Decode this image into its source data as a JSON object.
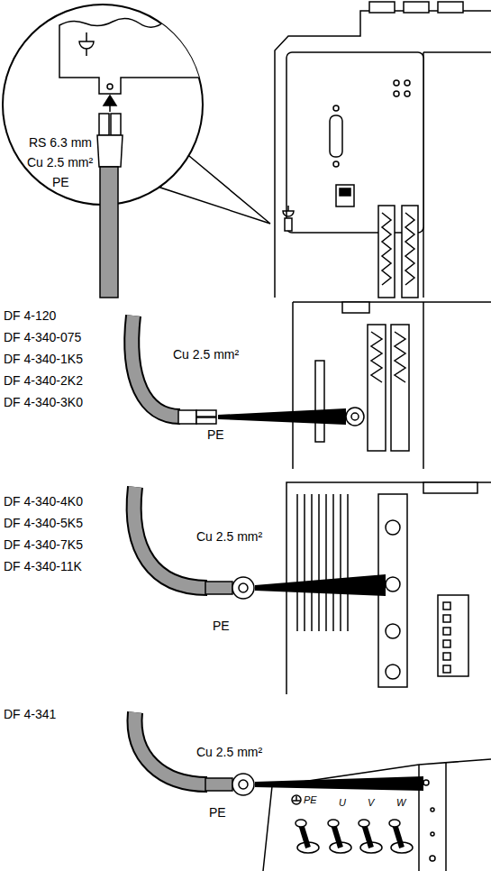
{
  "diagram": {
    "labels": [
      "RS 6.3 mm",
      "Cu 2.5 mm²",
      "PE",
      "DF 4-120",
      "DF 4-340-075",
      "DF 4-340-1K5",
      "DF 4-340-2K2",
      "DF 4-340-3K0",
      "Cu 2.5 mm²",
      "PE",
      "DF 4-340-4K0",
      "DF 4-340-5K5",
      "DF 4-340-7K5",
      "DF 4-340-11K",
      "Cu 2.5 mm²",
      "PE",
      "DF 4-341",
      "Cu 2.5 mm²",
      "PE",
      "PE",
      "U",
      "V",
      "W"
    ]
  }
}
